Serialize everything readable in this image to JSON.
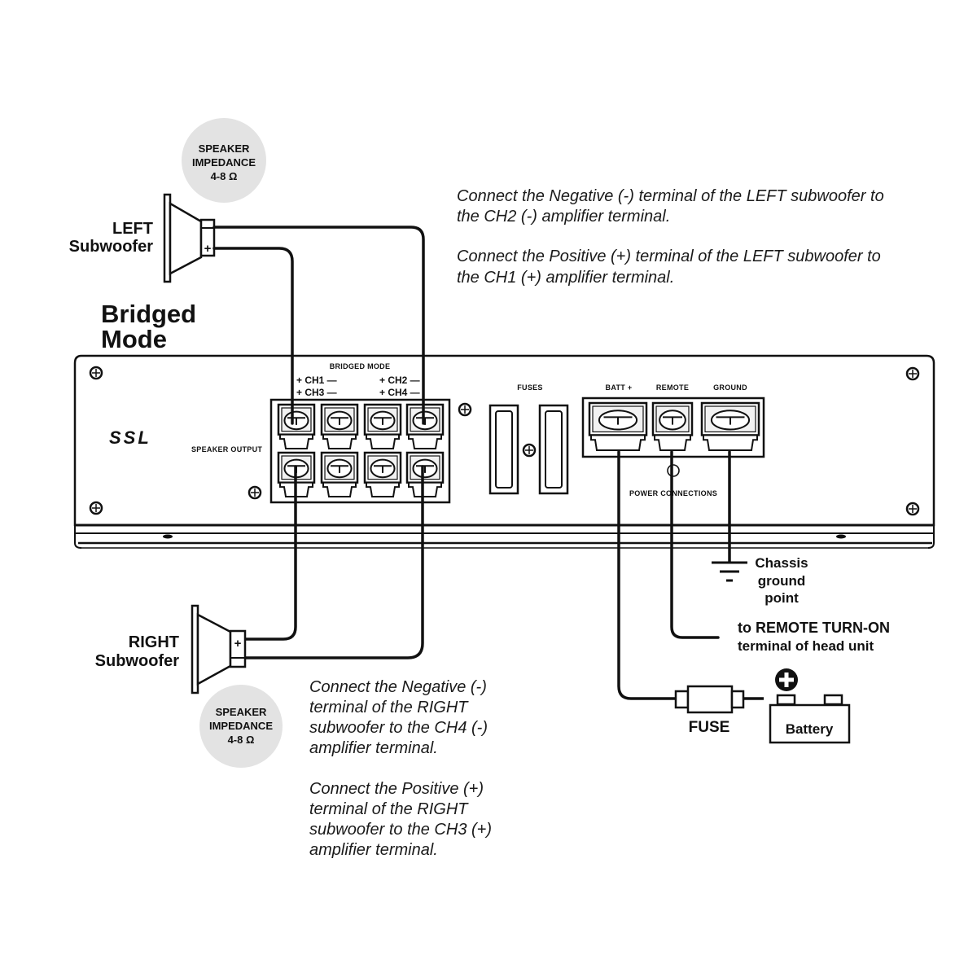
{
  "title": {
    "line1": "Bridged",
    "line2": "Mode"
  },
  "impedance_badges": [
    {
      "line1": "SPEAKER",
      "line2": "IMPEDANCE",
      "line3": "4-8 Ω"
    },
    {
      "line1": "SPEAKER",
      "line2": "IMPEDANCE",
      "line3": "4-8 Ω"
    }
  ],
  "speakers": {
    "left": {
      "line1": "LEFT",
      "line2": "Subwoofer",
      "plus": "+"
    },
    "right": {
      "line1": "RIGHT",
      "line2": "Subwoofer",
      "plus": "+"
    }
  },
  "instructions": {
    "left": [
      [
        "Connect the Negative (-) terminal of the LEFT subwoofer to",
        "the CH2 (-) amplifier terminal."
      ],
      [
        "Connect the Positive (+)  terminal of the LEFT subwoofer to",
        "the CH1 (+) amplifier terminal."
      ]
    ],
    "right": [
      [
        "Connect the Negative (-)",
        "terminal of the RIGHT",
        "subwoofer to the CH4 (-)",
        "amplifier terminal."
      ],
      [
        "Connect the Positive (+)",
        "terminal of the RIGHT",
        "subwoofer to the CH3 (+)",
        "amplifier terminal."
      ]
    ]
  },
  "amplifier": {
    "brand": "SSL",
    "speaker_output_label": "SPEAKER OUTPUT",
    "bridged_mode_label": "BRIDGED MODE",
    "channel_labels": {
      "ch1": "+ CH1 —",
      "ch3": "+ CH3 —",
      "ch2": "+ CH2 —",
      "ch4": "+ CH4 —"
    },
    "fuses_label": "FUSES",
    "power_terminals": [
      "BATT +",
      "REMOTE",
      "GROUND"
    ],
    "power_connections_label": "POWER CONNECTIONS"
  },
  "power_wiring": {
    "chassis_ground": [
      "Chassis",
      "ground",
      "point"
    ],
    "remote": [
      "to REMOTE TURN-ON",
      "terminal of head unit"
    ],
    "fuse_label": "FUSE",
    "battery_label": "Battery",
    "battery_plus": "+"
  }
}
